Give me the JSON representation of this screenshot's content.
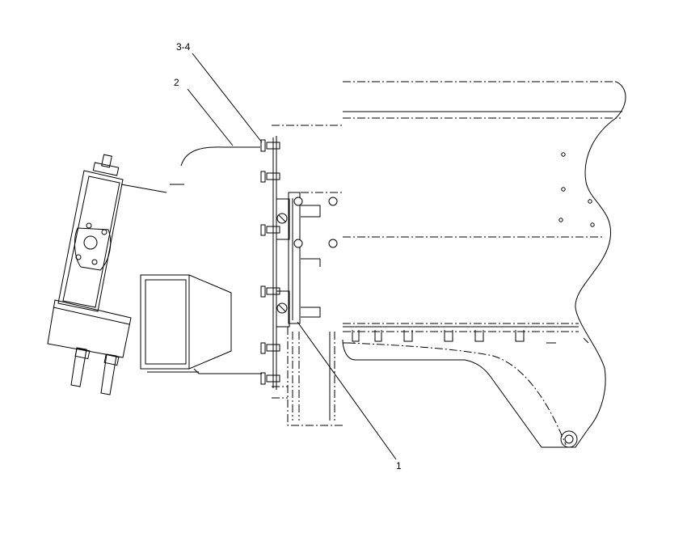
{
  "callouts": [
    {
      "id": "callout-3-4",
      "label": "3-4"
    },
    {
      "id": "callout-2",
      "label": "2"
    },
    {
      "id": "callout-1",
      "label": "1"
    }
  ]
}
